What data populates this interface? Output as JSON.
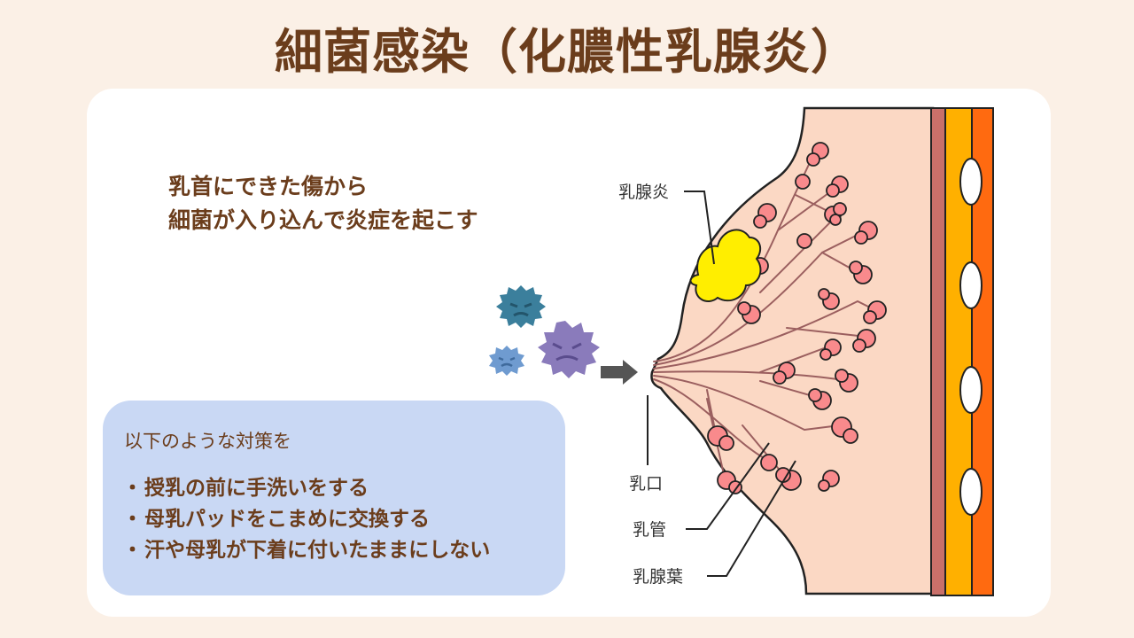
{
  "title": "細菌感染（化膿性乳腺炎）",
  "cause": {
    "line1": "乳首にできた傷から",
    "line2": "細菌が入り込んで炎症を起こす"
  },
  "measures": {
    "heading": "以下のような対策を",
    "bullet": "・",
    "items": [
      "授乳の前に手洗いをする",
      "母乳パッドをこまめに交換する",
      "汗や母乳が下着に付いたままにしない"
    ]
  },
  "labels": {
    "mastitis": "乳腺炎",
    "nipple_opening": "乳口",
    "milk_duct": "乳管",
    "lobule": "乳腺葉"
  },
  "colors": {
    "title_text": "#6b3d1c",
    "background": "#fbf0e6",
    "measures_box": "#c9d8f4",
    "breast_skin": "#fbd8c4",
    "lobule": "#f98a8c",
    "inflammation": "#ffee00",
    "bacteria_teal": "#3b7f9c",
    "bacteria_purple": "#8a7bbb",
    "bacteria_light": "#6f9bd0"
  },
  "icons": [
    "bacteria-icon",
    "arrow-right-icon"
  ]
}
